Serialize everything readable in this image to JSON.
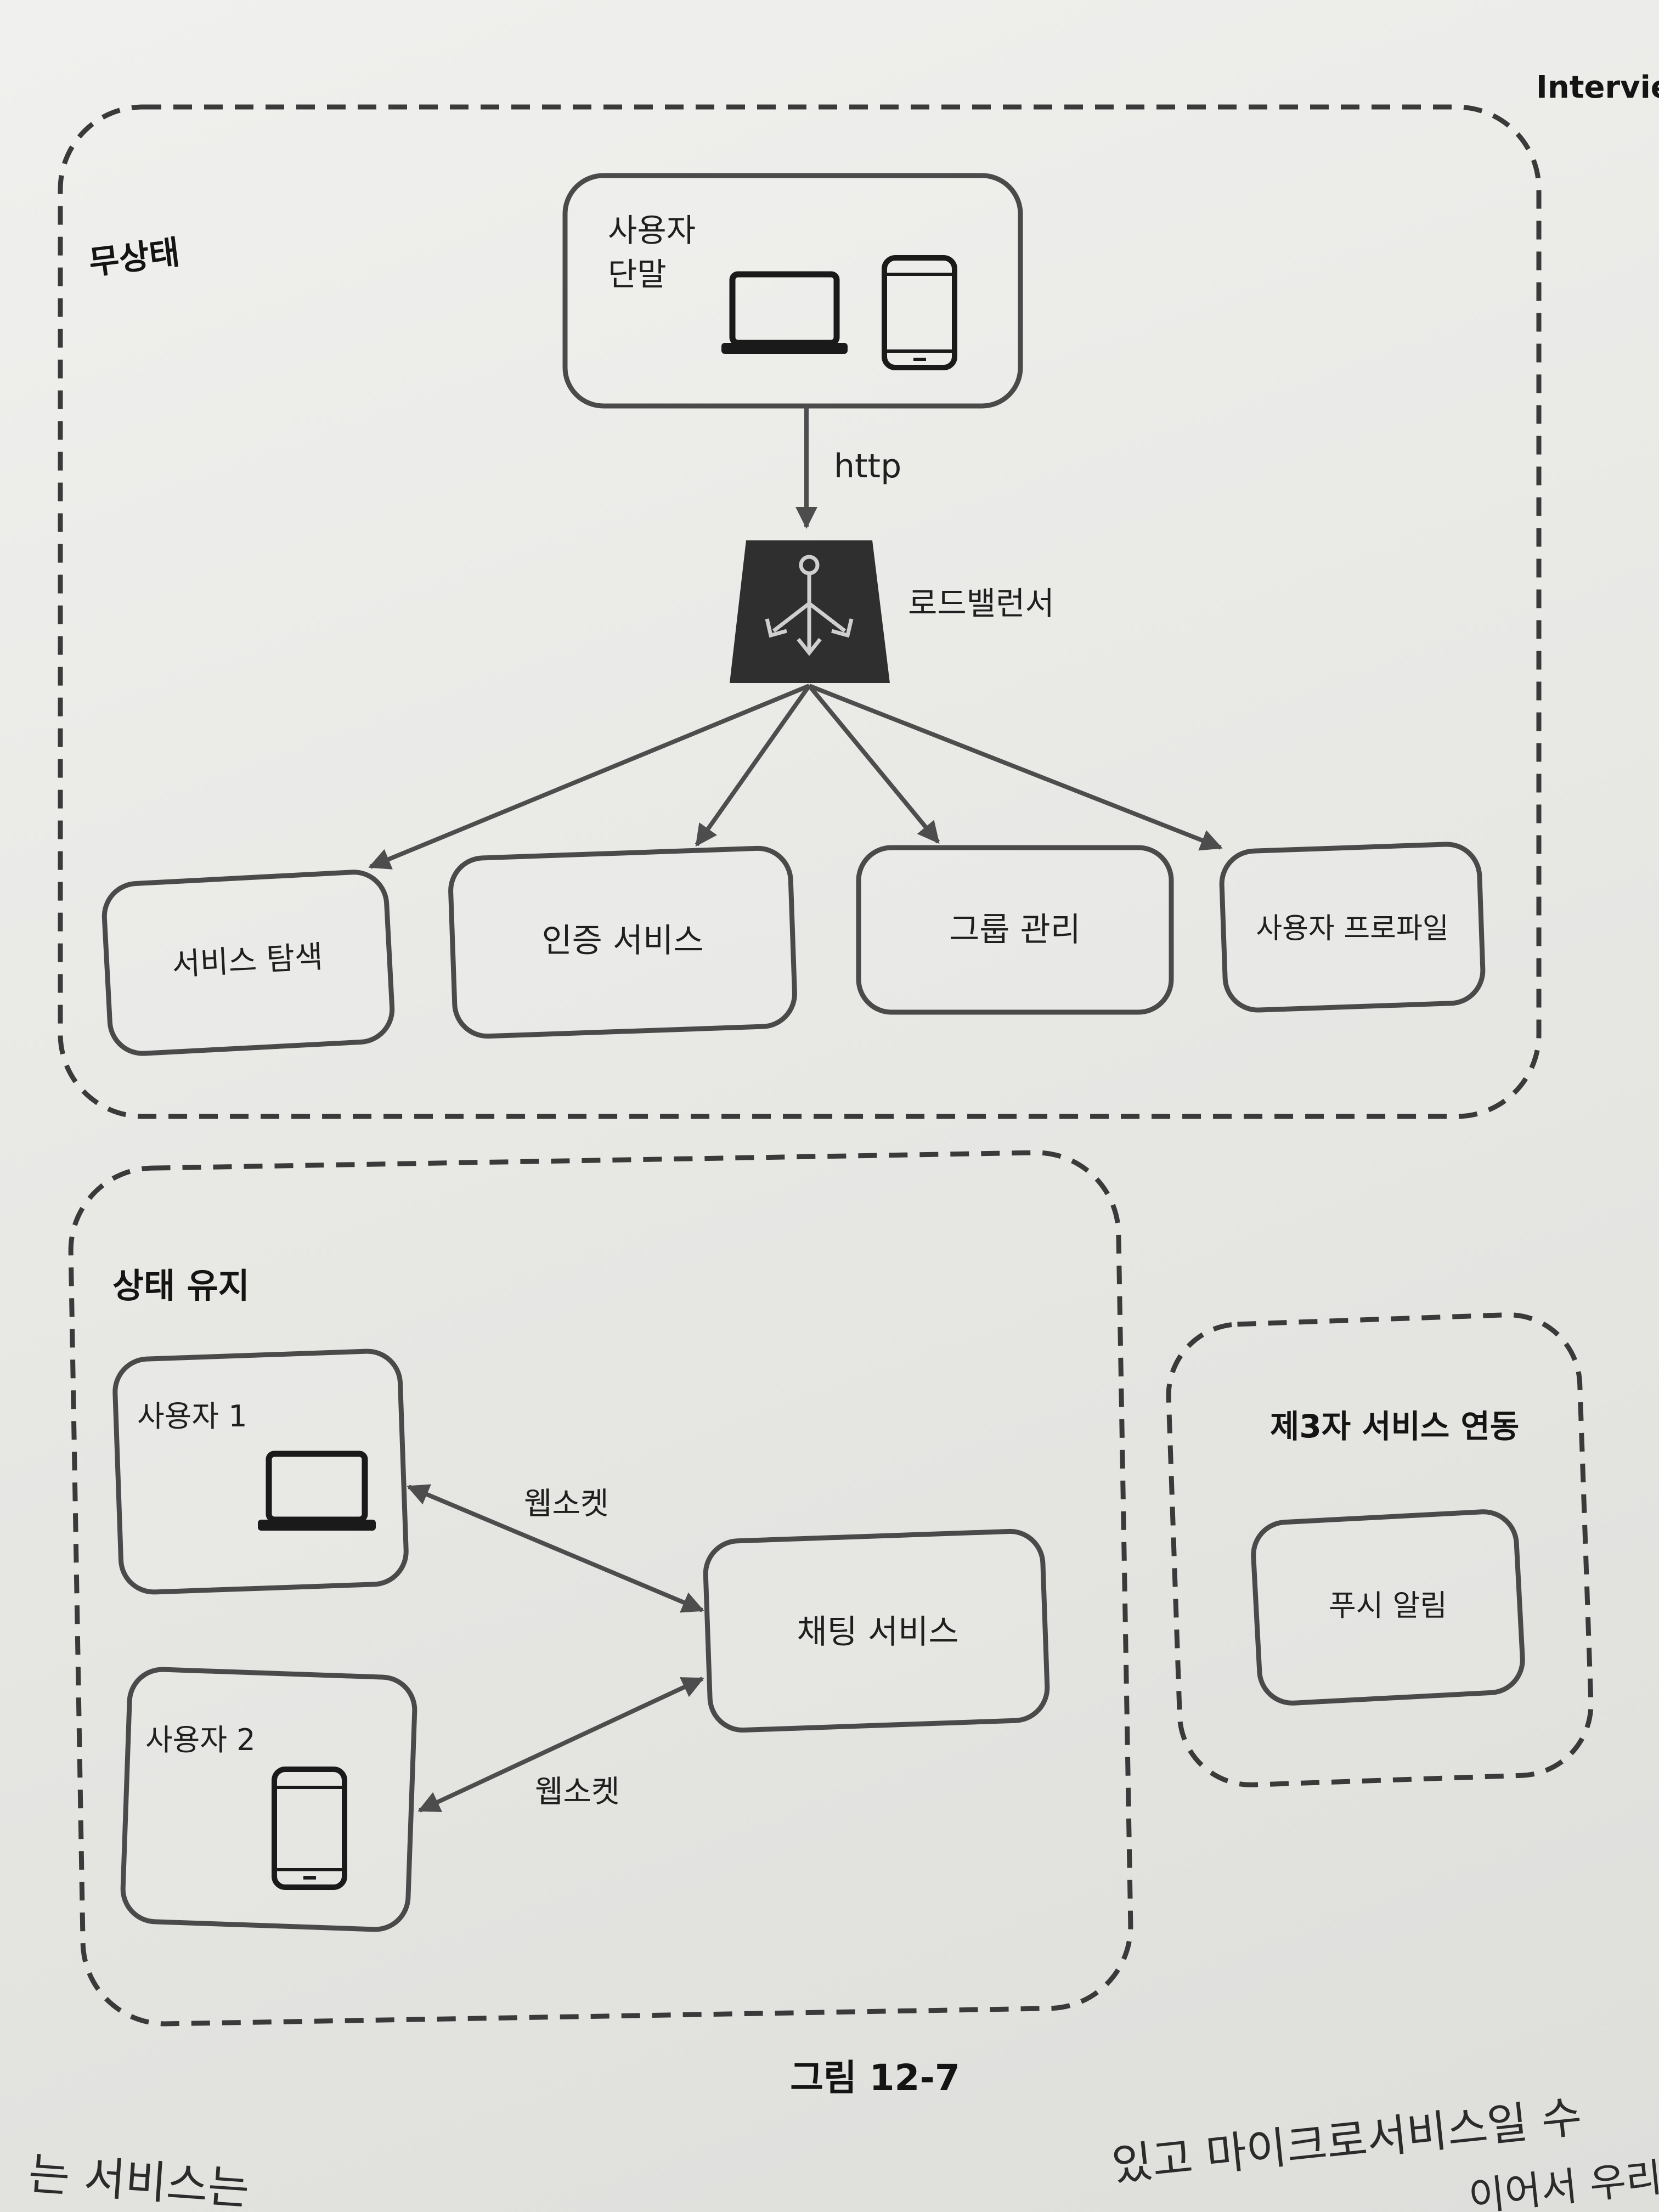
{
  "header": {
    "running_title": "Interview"
  },
  "groups": {
    "stateless": {
      "label": "무상태"
    },
    "stateful": {
      "label": "상태 유지"
    },
    "third_party": {
      "label": "제3자 서비스 연동"
    }
  },
  "nodes": {
    "user_device": {
      "line1": "사용자",
      "line2": "단말"
    },
    "load_balancer": {
      "label": "로드밸런서"
    },
    "service_discovery": {
      "label": "서비스 탐색"
    },
    "auth_service": {
      "label": "인증 서비스"
    },
    "group_management": {
      "label": "그룹 관리"
    },
    "user_profile": {
      "label": "사용자 프로파일"
    },
    "user1": {
      "label": "사용자 1"
    },
    "user2": {
      "label": "사용자 2"
    },
    "chat_service": {
      "label": "채팅 서비스"
    },
    "push_notification": {
      "label": "푸시 알림"
    }
  },
  "edges": {
    "http": {
      "label": "http"
    },
    "websocket1": {
      "label": "웹소켓"
    },
    "websocket2": {
      "label": "웹소켓"
    }
  },
  "caption": "그림 12-7",
  "footer": {
    "left": "는 서비스는",
    "right": "있고 마이크로서비스일 수",
    "right2": "이어서 우리"
  },
  "icons": {
    "laptop": "laptop-icon",
    "phone": "smartphone-icon",
    "load_balancer": "load-balancer-icon"
  },
  "colors": {
    "line": "#4d4d4d",
    "load_balancer_fill": "#2f2f2f",
    "text": "#1f1f1f"
  }
}
